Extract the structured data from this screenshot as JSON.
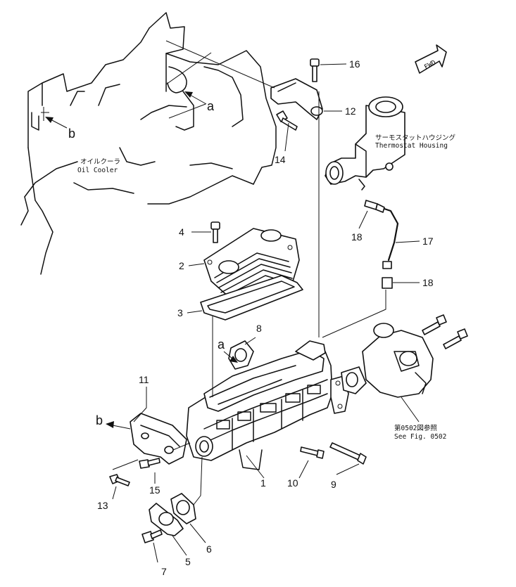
{
  "labels": {
    "oil_cooler_jp": "オイルクーラ",
    "oil_cooler_en": "Oil Cooler",
    "thermostat_jp": "サーモスタットハウジング",
    "thermostat_en": "Thermostat Housing",
    "see_fig_jp": "第0502図参照",
    "see_fig_en": "See Fig. 0502",
    "fwd": "FWD"
  },
  "references": {
    "a1": "a",
    "a2": "a",
    "b1": "b",
    "b2": "b"
  },
  "callouts": {
    "p1": "1",
    "p2": "2",
    "p3": "3",
    "p4": "4",
    "p5": "5",
    "p6": "6",
    "p7": "7",
    "p8": "8",
    "p9": "9",
    "p10": "10",
    "p11": "11",
    "p12": "12",
    "p13": "13",
    "p14": "14",
    "p15": "15",
    "p16": "16",
    "p17": "17",
    "p18a": "18",
    "p18b": "18"
  }
}
